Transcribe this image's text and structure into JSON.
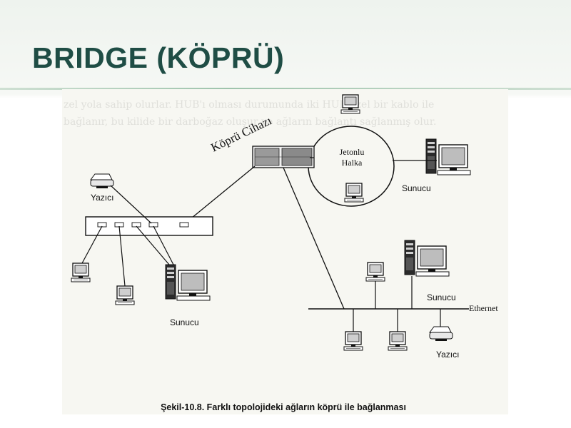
{
  "slide": {
    "title": "BRIDGE (KÖPRÜ)",
    "caption": "Şekil-10.8. Farklı topolojideki ağların köprü ile bağlanması"
  },
  "diagram": {
    "bridge_label": "Köprü Cihazı",
    "ring_label_line1": "Jetonlu",
    "ring_label_line2": "Halka",
    "labels": {
      "printer_left": "Yazıcı",
      "server_ring": "Sunucu",
      "server_star": "Sunucu",
      "server_ethernet": "Sunucu",
      "ethernet": "Ethernet",
      "printer_right": "Yazıcı"
    }
  },
  "background_text": {
    "line1": "zel yola sahip olurlar. HUB'ı olması durumunda iki HUB özel bir kablo ile",
    "line2": "bağlanır, bu kilide bir darboğaz oluşur ve ağların bağlantı sağlanmış olur."
  },
  "colors": {
    "title": "#1f4d45",
    "accent_rule": "#9ec4ac",
    "figure_bg": "#f7f7f2",
    "line": "#1a1a1a"
  }
}
